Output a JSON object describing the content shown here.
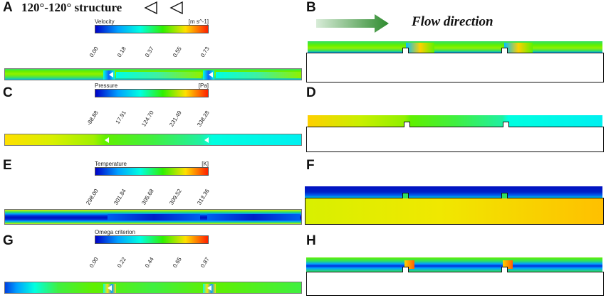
{
  "panels": {
    "A": "A",
    "B": "B",
    "C": "C",
    "D": "D",
    "E": "E",
    "F": "F",
    "G": "G",
    "H": "H"
  },
  "structure_title": "120°-120° structure",
  "flow_direction": "Flow direction",
  "colorbars": [
    {
      "title": "Velocity",
      "unit": "[m s^-1]",
      "ticks": [
        "0.00",
        "0.18",
        "0.37",
        "0.55",
        "0.73"
      ]
    },
    {
      "title": "Pressure",
      "unit": "[Pa]",
      "ticks": [
        "-88.88",
        "17.91",
        "124.70",
        "231.49",
        "338.28"
      ]
    },
    {
      "title": "Temperature",
      "unit": "[K]",
      "ticks": [
        "298.00",
        "301.84",
        "305.68",
        "309.52",
        "313.36"
      ]
    },
    {
      "title": "Omega criterion",
      "unit": "",
      "ticks": [
        "0.00",
        "0.22",
        "0.44",
        "0.65",
        "0.87"
      ]
    }
  ],
  "colors": {
    "jet": [
      "#0000c8",
      "#00a0ff",
      "#00ffe0",
      "#30f000",
      "#ffe000",
      "#ff2000"
    ],
    "arrow_dark": "#2e8b2e",
    "arrow_light": "#cfe8cf"
  },
  "icons": [
    "triangle-left-icon",
    "triangle-left-icon",
    "flow-arrow-icon"
  ]
}
